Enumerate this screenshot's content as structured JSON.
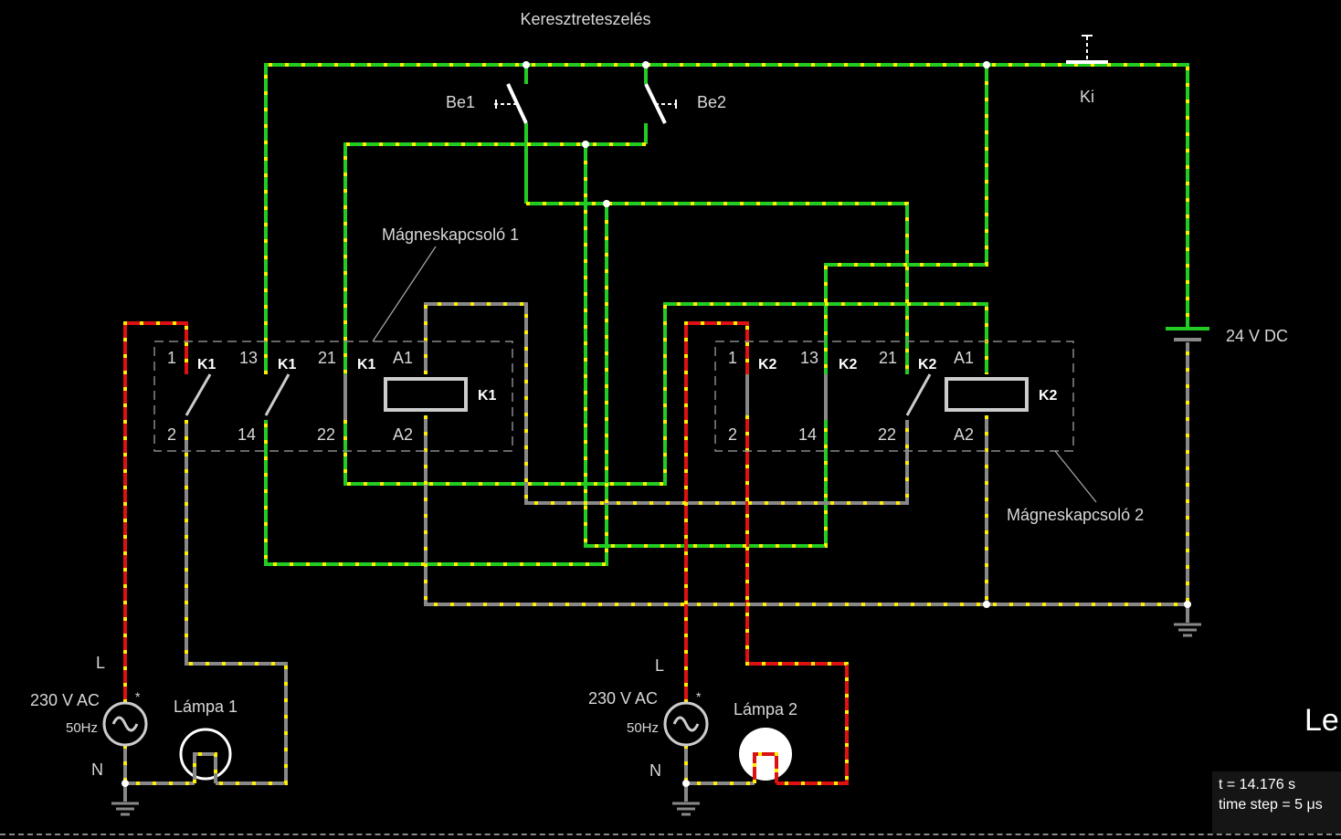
{
  "title": "Keresztreteszelés",
  "components": {
    "switch_be1": "Be1",
    "switch_be2": "Be2",
    "switch_ki": "Ki",
    "supply_dc": "24 V DC",
    "contactor1": "Mágneskapcsoló 1",
    "contactor2": "Mágneskapcsoló 2",
    "k1_label": "K1",
    "k2_label": "K2",
    "coil_a1": "A1",
    "coil_a2": "A2",
    "pin_1": "1",
    "pin_2": "2",
    "pin_13": "13",
    "pin_14": "14",
    "pin_21": "21",
    "pin_22": "22",
    "ac_source": "230 V AC",
    "ac_freq": "50Hz",
    "ac_star": "*",
    "phase_l": "L",
    "neutral_n": "N",
    "lamp1": "Lámpa 1",
    "lamp2": "Lámpa 2"
  },
  "status": {
    "time": "t = 14.176 s",
    "step": "time step = 5 μs"
  },
  "overflow_text": "Le",
  "colors": {
    "background": "#000000",
    "wire_live": "#22cc22",
    "wire_ground": "#888888",
    "wire_phase": "#dd1111",
    "current_dot": "#ffee00",
    "text": "#d8d8d8"
  },
  "icons": [
    "ground-icon",
    "ac-source-icon",
    "battery-icon",
    "lamp-icon",
    "switch-icon",
    "coil-icon"
  ]
}
